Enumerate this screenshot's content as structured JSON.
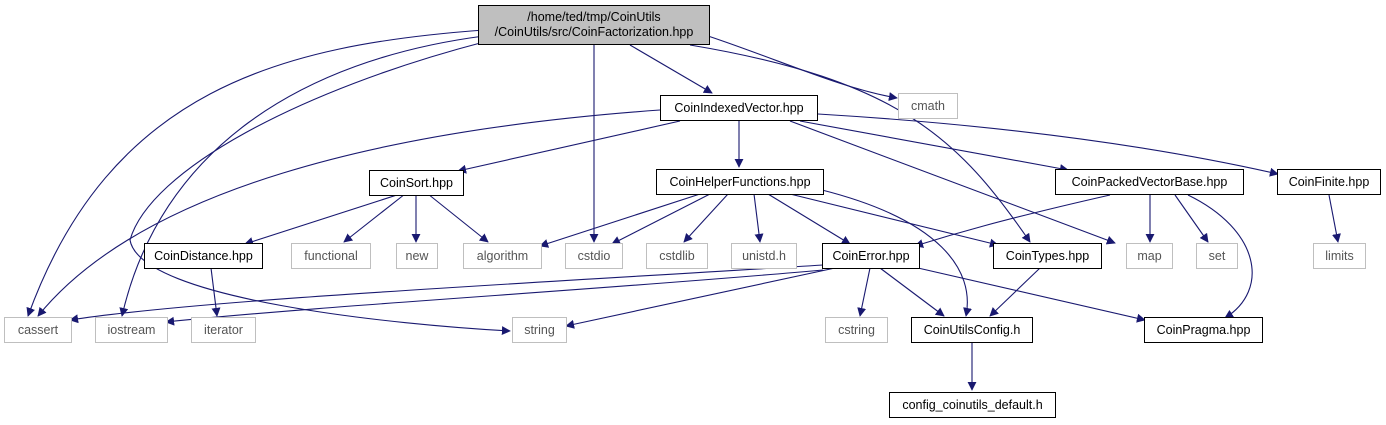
{
  "graph": {
    "edge_color": "#191970",
    "root_fill": "#bfbfbf",
    "external_border": "#bfbfbf",
    "root": {
      "line1": "/home/ted/tmp/CoinUtils",
      "line2": "/CoinUtils/src/CoinFactorization.hpp"
    },
    "nodes": {
      "CoinIndexedVector": "CoinIndexedVector.hpp",
      "cmath": "cmath",
      "CoinSort": "CoinSort.hpp",
      "CoinHelperFunctions": "CoinHelperFunctions.hpp",
      "CoinPackedVectorBase": "CoinPackedVectorBase.hpp",
      "CoinFinite": "CoinFinite.hpp",
      "CoinDistance": "CoinDistance.hpp",
      "functional": "functional",
      "new": "new",
      "algorithm": "algorithm",
      "cstdio": "cstdio",
      "cstdlib": "cstdlib",
      "unistd": "unistd.h",
      "CoinError": "CoinError.hpp",
      "CoinTypes": "CoinTypes.hpp",
      "map": "map",
      "set": "set",
      "limits": "limits",
      "cassert": "cassert",
      "iostream": "iostream",
      "iterator": "iterator",
      "string": "string",
      "cstring": "cstring",
      "CoinUtilsConfig": "CoinUtilsConfig.h",
      "CoinPragma": "CoinPragma.hpp",
      "config_default": "config_coinutils_default.h"
    }
  }
}
